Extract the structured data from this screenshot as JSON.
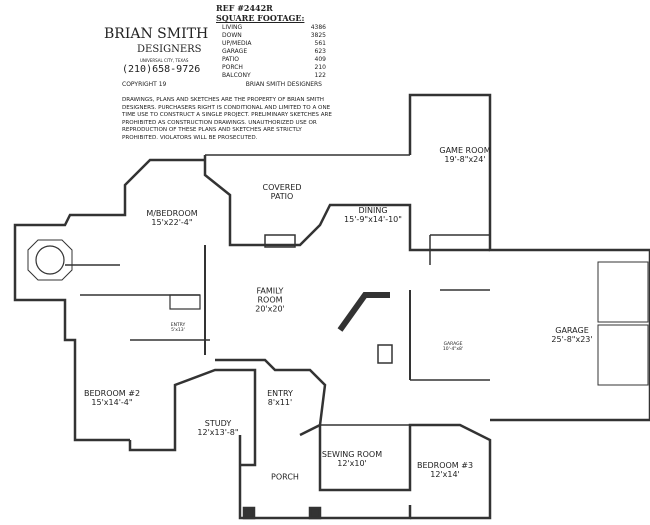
{
  "title_block": {
    "company": "BRIAN SMITH",
    "subtitle": "DESIGNERS",
    "location": "UNIVERSAL CITY, TEXAS",
    "phone": "(210)658-9726",
    "ref": "REF #2442R",
    "square_footage_heading": "SQUARE FOOTAGE:",
    "square_footage": [
      {
        "label": "LIVING",
        "value": "4386"
      },
      {
        "label": "DOWN",
        "value": "3825"
      },
      {
        "label": "UP/MEDIA",
        "value": "561"
      },
      {
        "label": "GARAGE",
        "value": "623"
      },
      {
        "label": "PATIO",
        "value": "409"
      },
      {
        "label": "PORCH",
        "value": "210"
      },
      {
        "label": "BALCONY",
        "value": "122"
      }
    ],
    "copyright": "COPYRIGHT 19",
    "copyright_holder": "BRIAN SMITH DESIGNERS",
    "legal": "DRAWINGS, PLANS AND SKETCHES ARE THE PROPERTY OF BRIAN SMITH DESIGNERS. PURCHASERS RIGHT IS CONDITIONAL AND LIMITED TO A ONE TIME USE TO CONSTRUCT A SINGLE PROJECT. PRELIMINARY SKETCHES ARE PROHIBITED AS CONSTRUCTION DRAWINGS. UNAUTHORIZED USE OR REPRODUCTION OF THESE PLANS AND SKETCHES ARE STRICTLY PROHIBITED. VIOLATORS WILL BE PROSECUTED."
  },
  "rooms": {
    "game_room": {
      "name": "GAME ROOM",
      "size": "19'-8\"x24'"
    },
    "covered_patio": {
      "name": "COVERED",
      "size": "PATIO"
    },
    "master_bedroom": {
      "name": "M/BEDROOM",
      "size": "15'x22'-4\""
    },
    "dining": {
      "name": "DINING",
      "size": "15'-9\"x14'-10\""
    },
    "family_room": {
      "name": "FAMILY",
      "name2": "ROOM",
      "size": "20'x20'"
    },
    "garage": {
      "name": "GARAGE",
      "size": "25'-8\"x23'"
    },
    "small_garage": {
      "name": "GARAGE",
      "size": "10'-4\"x8'"
    },
    "bedroom2": {
      "name": "BEDROOM #2",
      "size": "15'x14'-4\""
    },
    "entry": {
      "name": "ENTRY",
      "size": "8'x11'"
    },
    "small_entry": {
      "name": "ENTRY",
      "size": "5'x13'"
    },
    "study": {
      "name": "STUDY",
      "size": "12'x13'-8\""
    },
    "sewing_room": {
      "name": "SEWING ROOM",
      "size": "12'x10'"
    },
    "bedroom3": {
      "name": "BEDROOM #3",
      "size": "12'x14'"
    },
    "porch": {
      "name": "PORCH"
    }
  }
}
